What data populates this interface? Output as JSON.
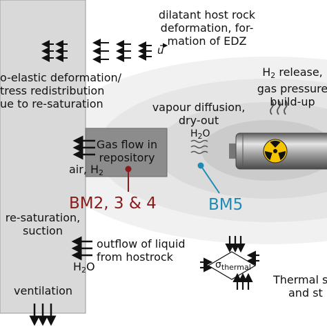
{
  "labels": {
    "edz_line1": "dilatant host rock",
    "edz_line2": "deformation, for-",
    "edz_line3": "mation of EDZ",
    "u_symbol": "u",
    "elastic_line1": "o-elastic deformation/",
    "elastic_line2": "tress redistribution",
    "elastic_line3": "ue to re-saturation",
    "h2_release_line1": "H",
    "h2_release_sub": "2",
    "h2_release_line1_end": " release,",
    "h2_release_line2": "gas pressure",
    "h2_release_line3": "build-up",
    "vapour_line1": "vapour diffusion,",
    "vapour_line2": "dry-out",
    "h2o_vapour": "H",
    "h2o_vapour_sub": "2",
    "h2o_vapour_end": "O",
    "gasflow_line1": "Gas flow in",
    "gasflow_line2": "repository",
    "air_h2": "air, H",
    "air_h2_sub": "2",
    "bm234": "BM2, 3 & 4",
    "bm5": "BM5",
    "resat_line1": "re-saturation,",
    "resat_line2": "suction",
    "outflow_line1": "outflow of liquid",
    "outflow_line2": "from hostrock",
    "h2o_outflow": "H",
    "h2o_outflow_sub": "2",
    "h2o_outflow_end": "O",
    "sigma_thermal": "σ",
    "sigma_thermal_sub": "thermal",
    "thermal_line1": "Thermal s",
    "thermal_line2": "and st",
    "ventilation": "ventilation"
  },
  "icons": {
    "radiation": "radiation-trefoil-icon",
    "heat": "heat-waves-icon",
    "vapour": "vapour-waves-icon"
  },
  "colors": {
    "tunnel_gray": "#d9d9d9",
    "repository_gray": "#8c8c8c",
    "bm234_red": "#8b1a1a",
    "bm5_blue": "#1f8bb5",
    "radiation_yellow": "#f5c400"
  }
}
